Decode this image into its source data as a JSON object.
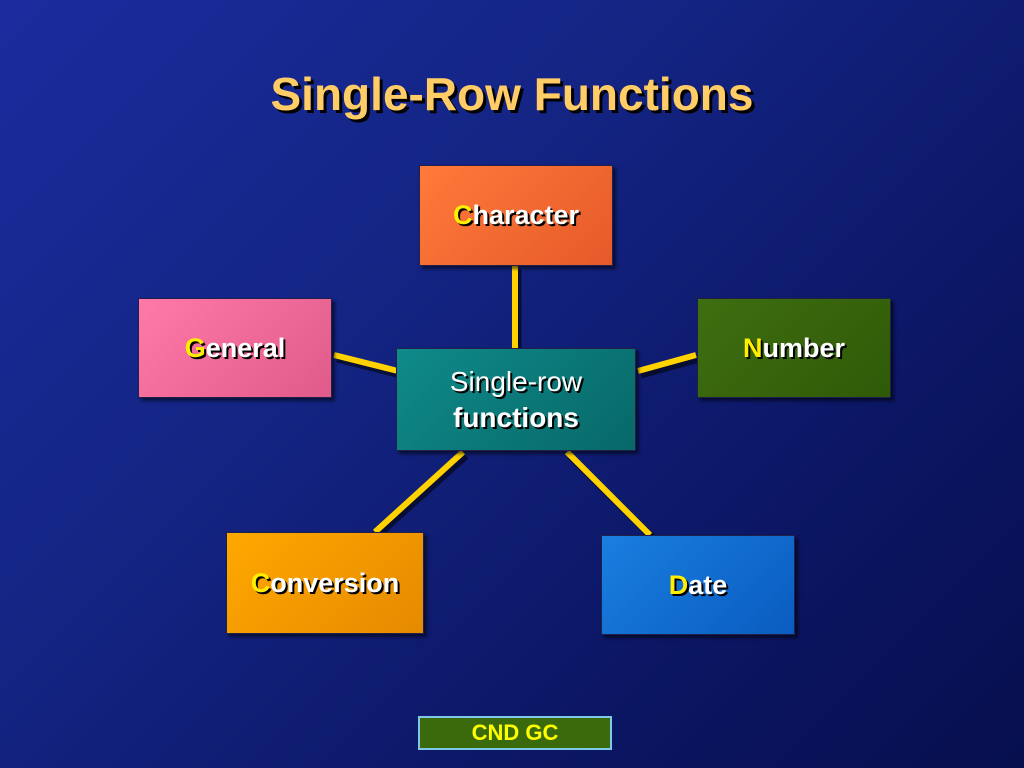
{
  "slide": {
    "title": "Single-Row Functions",
    "colors": {
      "background": "#142585",
      "title": "#ffcc66",
      "connector": "#ffd200",
      "lead_letter": "#ffee00"
    }
  },
  "diagram": {
    "center": {
      "line1": "Single-row",
      "line2": "functions",
      "color": "#0f8a8a"
    },
    "nodes": {
      "character": {
        "lead": "C",
        "rest": "haracter",
        "color": "#f26a33"
      },
      "general": {
        "lead": "G",
        "rest": "eneral",
        "color": "#f06a9a"
      },
      "number": {
        "lead": "N",
        "rest": "umber",
        "color": "#356410"
      },
      "conversion": {
        "lead": "C",
        "rest": "onversion",
        "color": "#f59a00"
      },
      "date": {
        "lead": "D",
        "rest": "ate",
        "color": "#106ed0"
      }
    }
  },
  "footer": {
    "label": "CND GC",
    "color": "#3a6a0c"
  }
}
